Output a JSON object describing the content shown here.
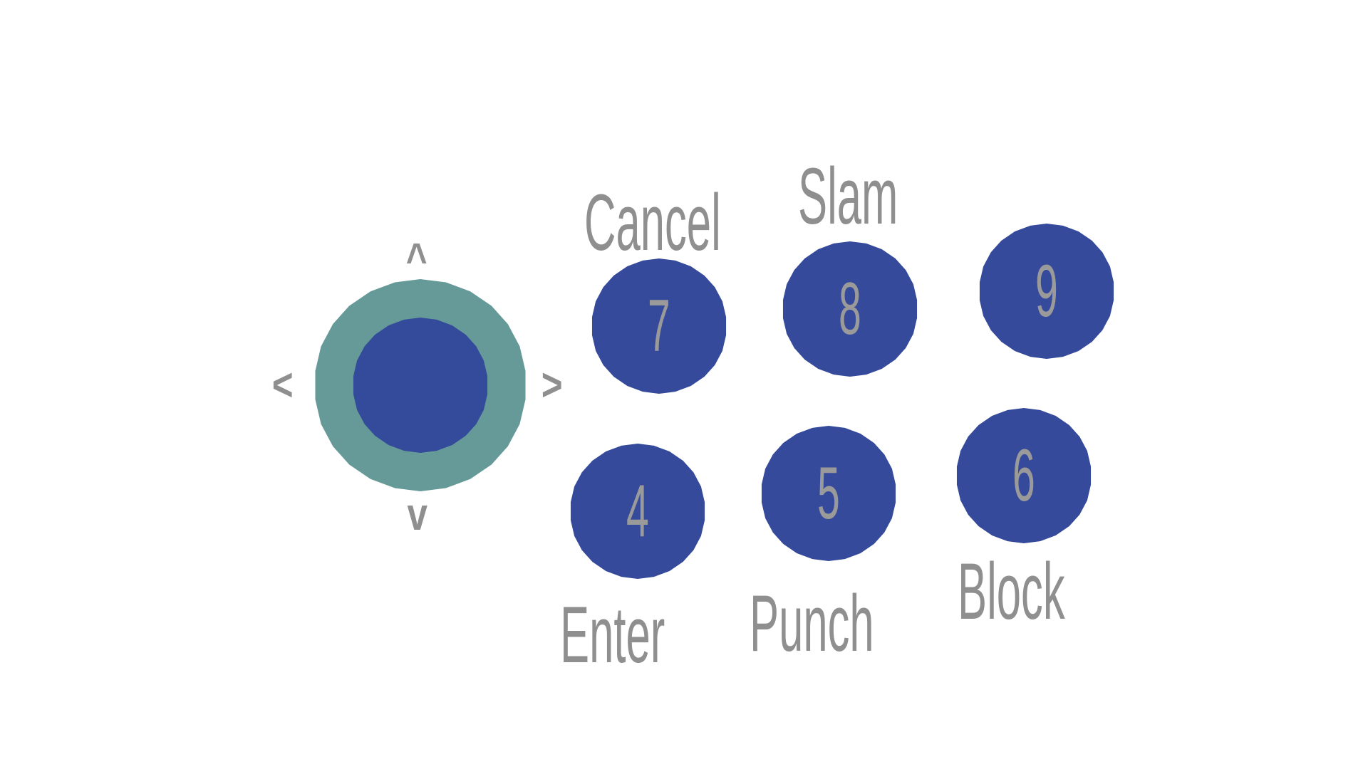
{
  "joystick": {
    "up_label": "^",
    "down_label": "v",
    "left_label": "<",
    "right_label": ">",
    "ring_color": "#669a98",
    "knob_color": "#344a9a"
  },
  "buttons": [
    {
      "id": "7",
      "number": "7",
      "action": "Cancel"
    },
    {
      "id": "8",
      "number": "8",
      "action": "Slam"
    },
    {
      "id": "9",
      "number": "9",
      "action": ""
    },
    {
      "id": "4",
      "number": "4",
      "action": "Enter"
    },
    {
      "id": "5",
      "number": "5",
      "action": "Punch"
    },
    {
      "id": "6",
      "number": "6",
      "action": "Block"
    }
  ],
  "colors": {
    "button_fill": "#354a9a",
    "text": "#8f8f8f",
    "background": "#ffffff"
  }
}
